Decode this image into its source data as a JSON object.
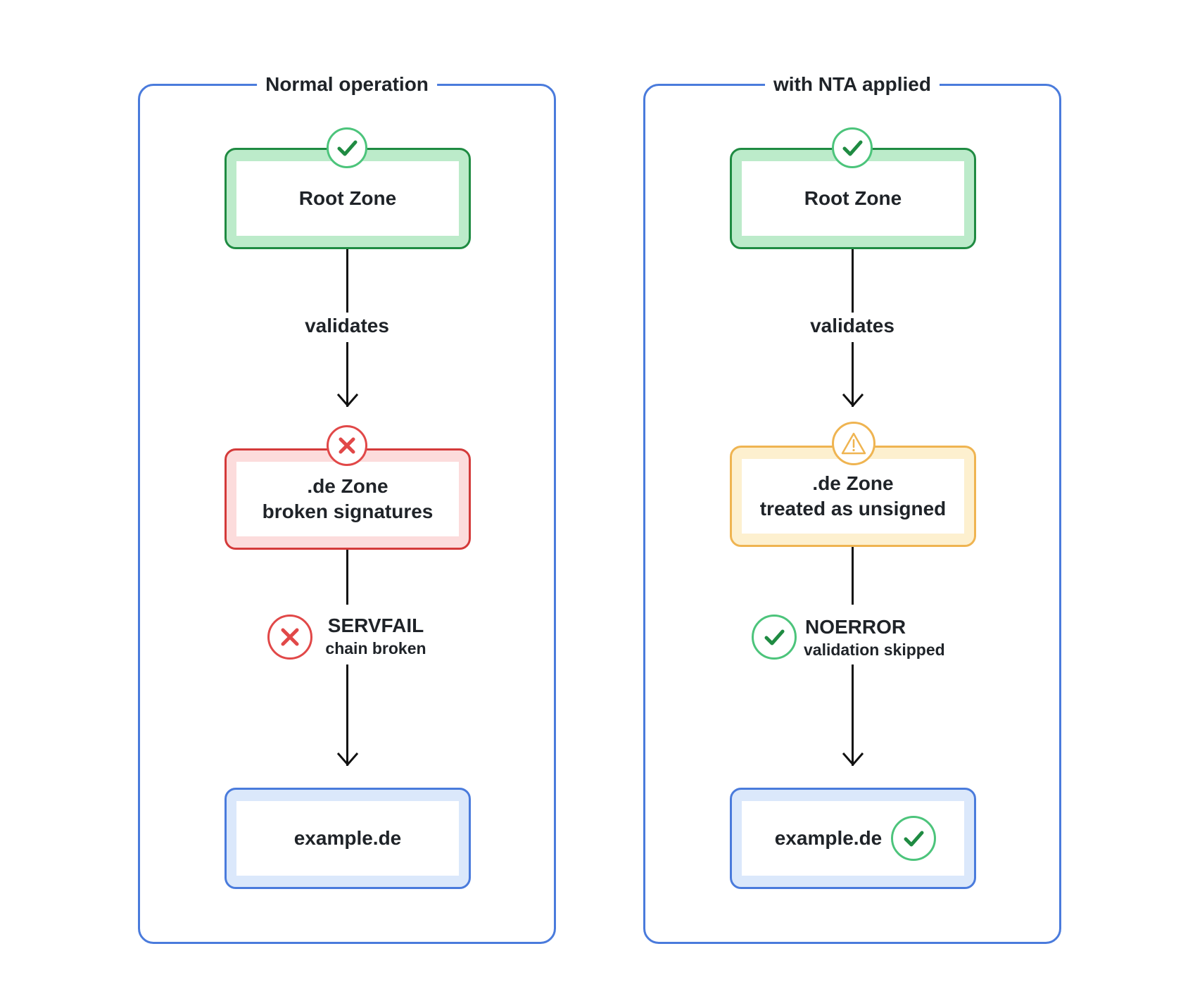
{
  "left": {
    "title": "Normal operation",
    "root": "Root Zone",
    "validates": "validates",
    "tld_line1": ".de Zone",
    "tld_line2": "broken signatures",
    "status_title": "SERVFAIL",
    "status_sub": "chain broken",
    "leaf": "example.de"
  },
  "right": {
    "title": "with NTA applied",
    "root": "Root Zone",
    "validates": "validates",
    "tld_line1": ".de Zone",
    "tld_line2": "treated as unsigned",
    "status_title": "NOERROR",
    "status_sub": "validation skipped",
    "leaf": "example.de"
  },
  "icons": {
    "ok": "check-circle-icon",
    "error": "x-circle-icon",
    "warning": "warning-triangle-icon"
  },
  "colors": {
    "panel_border": "#4a7bdc",
    "ok": "#1f8b42",
    "error": "#d43a3a",
    "warning": "#efb451",
    "leaf": "#4a7bdc"
  }
}
